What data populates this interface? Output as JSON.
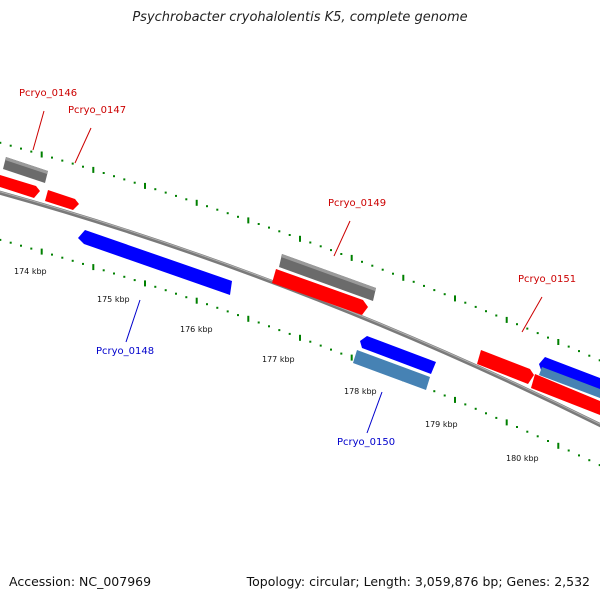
{
  "title": "Psychrobacter cryohalolentis K5, complete genome",
  "footer": {
    "accession": "Accession: NC_007969",
    "summary": "Topology: circular; Length: 3,059,876 bp; Genes: 2,532"
  },
  "colors": {
    "forward": "#ff0000",
    "reverse": "#0000ff",
    "reverse_light": "#4682b4",
    "gray": "#6b6b6b",
    "backbone": "#7a7a7a",
    "tick": "#008000",
    "label_forward": "#cc0000",
    "label_reverse": "#0000cc"
  },
  "genome_map": {
    "kbp_labels": [
      "174 kbp",
      "175 kbp",
      "176 kbp",
      "177 kbp",
      "178 kbp",
      "179 kbp",
      "180 kbp"
    ],
    "gene_labels": [
      "Pcryo_0146",
      "Pcryo_0147",
      "Pcryo_0148",
      "Pcryo_0149",
      "Pcryo_0150",
      "Pcryo_0151"
    ]
  }
}
